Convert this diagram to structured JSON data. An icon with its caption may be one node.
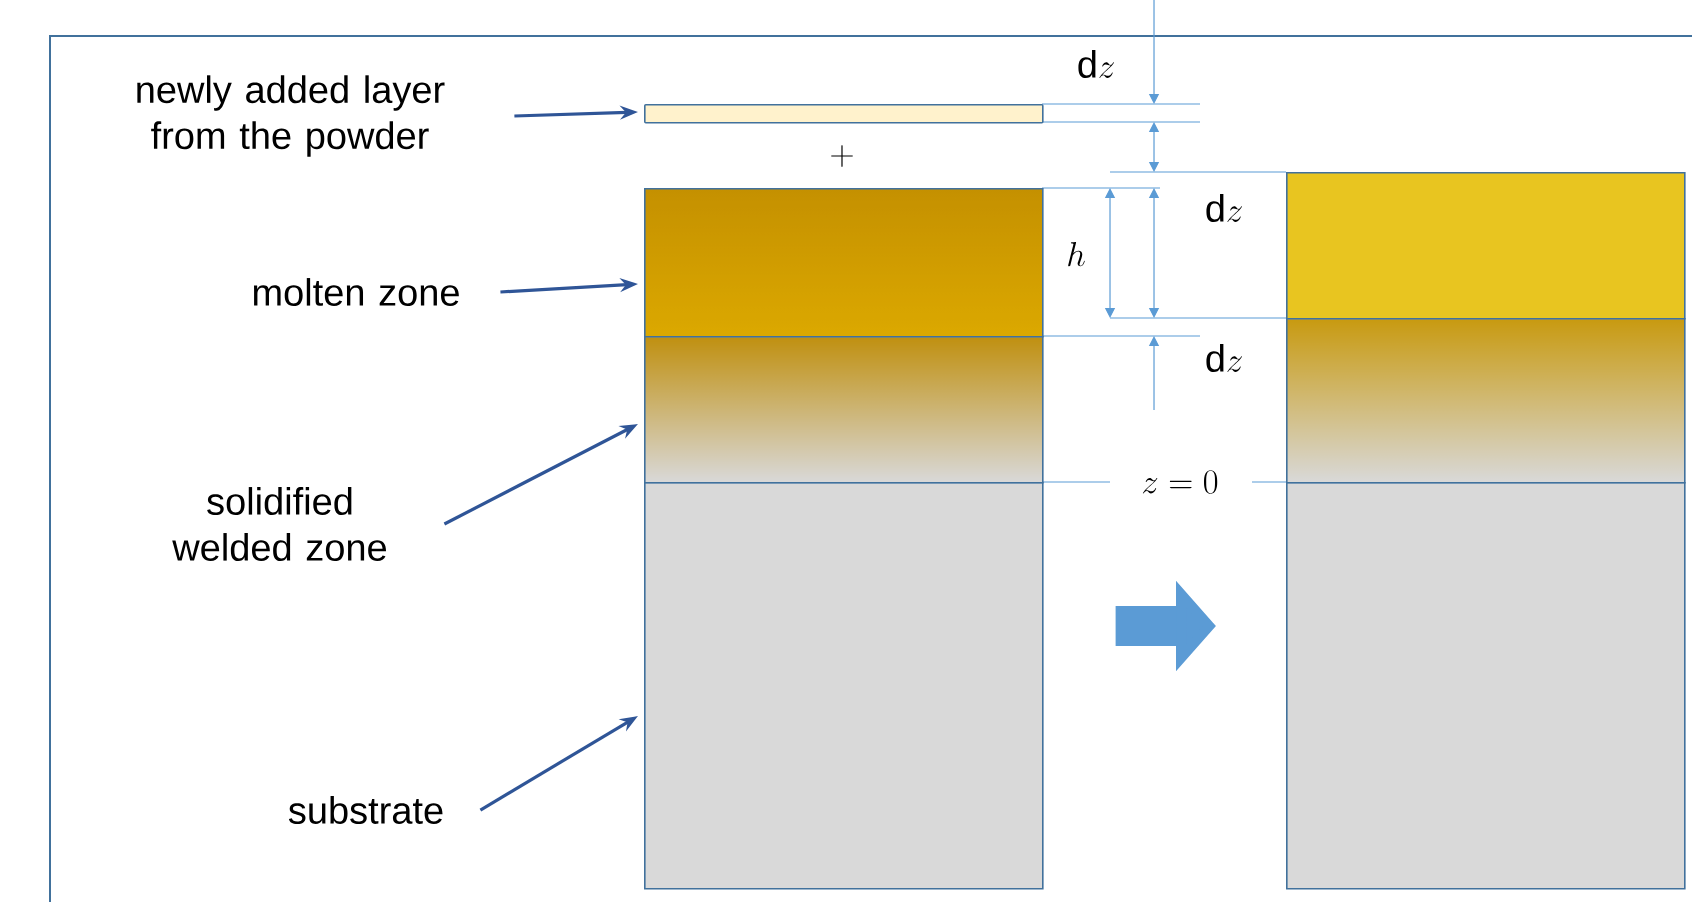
{
  "diagram": {
    "nodes": [
      {
        "text": [
          "newly added layer from the powder"
        ]
      },
      {
        "text": [
          "molten zone"
        ]
      },
      {
        "text": [
          "solidified welded zone"
        ]
      },
      {
        "text": [
          "substrate"
        ]
      },
      {
        "text": [],
        "shape": "bar"
      },
      {
        "text": [],
        "shape": "box"
      },
      {
        "text": [],
        "shape": "box"
      },
      {
        "text": [],
        "shape": "box"
      },
      {
        "text": [],
        "shape": "box"
      },
      {
        "text": [],
        "shape": "box"
      },
      {
        "text": [],
        "shape": "box"
      }
    ],
    "edges": [
      {
        "from": 0,
        "to": 4,
        "arrow": "to"
      },
      {
        "from": 1,
        "to": 5,
        "arrow": "to"
      },
      {
        "from": 2,
        "to": 6,
        "arrow": "to"
      },
      {
        "from": 3,
        "to": 7,
        "arrow": "to"
      },
      {
        "from": 7,
        "to": 10,
        "arrow": "to",
        "style": "thick",
        "color": "#5b9bd5"
      }
    ],
    "labels": [
      "\\mathrm{d}z",
      "+",
      "\\mathrm{d}z",
      "h",
      "\\mathrm{d}z",
      "z=0"
    ]
  }
}
